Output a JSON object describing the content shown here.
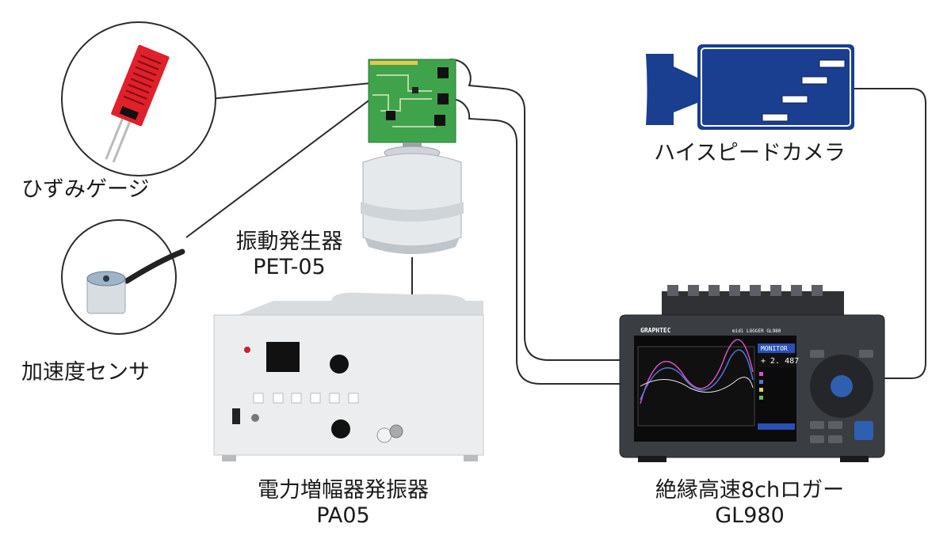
{
  "strain_gauge": {
    "label": "ひずみゲージ"
  },
  "accelerometer": {
    "label": "加速度センサ"
  },
  "shaker": {
    "name": "振動発生器",
    "model": "PET-05"
  },
  "amplifier": {
    "name": "電力増幅器発振器",
    "model": "PA05"
  },
  "logger": {
    "name": "絶縁高速8chロガー",
    "model": "GL980",
    "brand": "GRAPHTEC",
    "product_name": "midi LOGGER GL980",
    "screen_readout": "+ 2. 487",
    "screen_mode": "MONITOR"
  },
  "camera": {
    "label": "ハイスピードカメラ"
  }
}
